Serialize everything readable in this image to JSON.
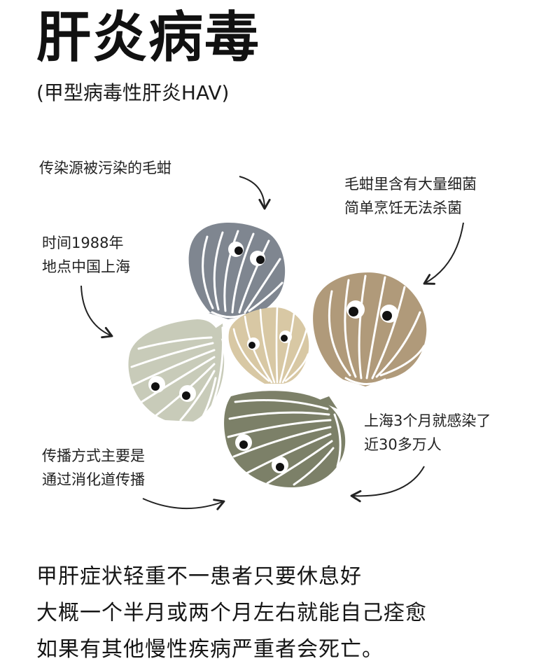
{
  "title": "肝炎病毒",
  "subtitle": "(甲型病毒性肝炎HAV)",
  "annotations": {
    "source": "传染源被污染的毛蚶",
    "bacteria": [
      "毛蚶里含有大量细菌",
      "简单烹饪无法杀菌"
    ],
    "time_place": [
      "时间1988年",
      "地点中国上海"
    ],
    "infected": [
      "上海3个月就感染了",
      "近30多万人"
    ],
    "transmission": [
      "传播方式主要是",
      "通过消化道传播"
    ]
  },
  "summary": [
    "甲肝症状轻重不一患者只要休息好",
    "大概一个半月或两个月左右就能自己痊愈",
    "如果有其他慢性疾病严重者会死亡。"
  ],
  "shell_colors": {
    "slate_gray": "#7f8690",
    "tan_brown": "#b09a7a",
    "pale_sage": "#c8cbb9",
    "light_tan": "#d8c8a4",
    "olive_green": "#7c8068",
    "outline": "#ffffff",
    "eye_white": "#ffffff",
    "pupil": "#111111"
  },
  "icons": [
    "shell-gray-icon",
    "shell-brown-icon",
    "shell-sage-icon",
    "shell-small-icon",
    "shell-olive-icon",
    "curved-arrow-icon"
  ]
}
